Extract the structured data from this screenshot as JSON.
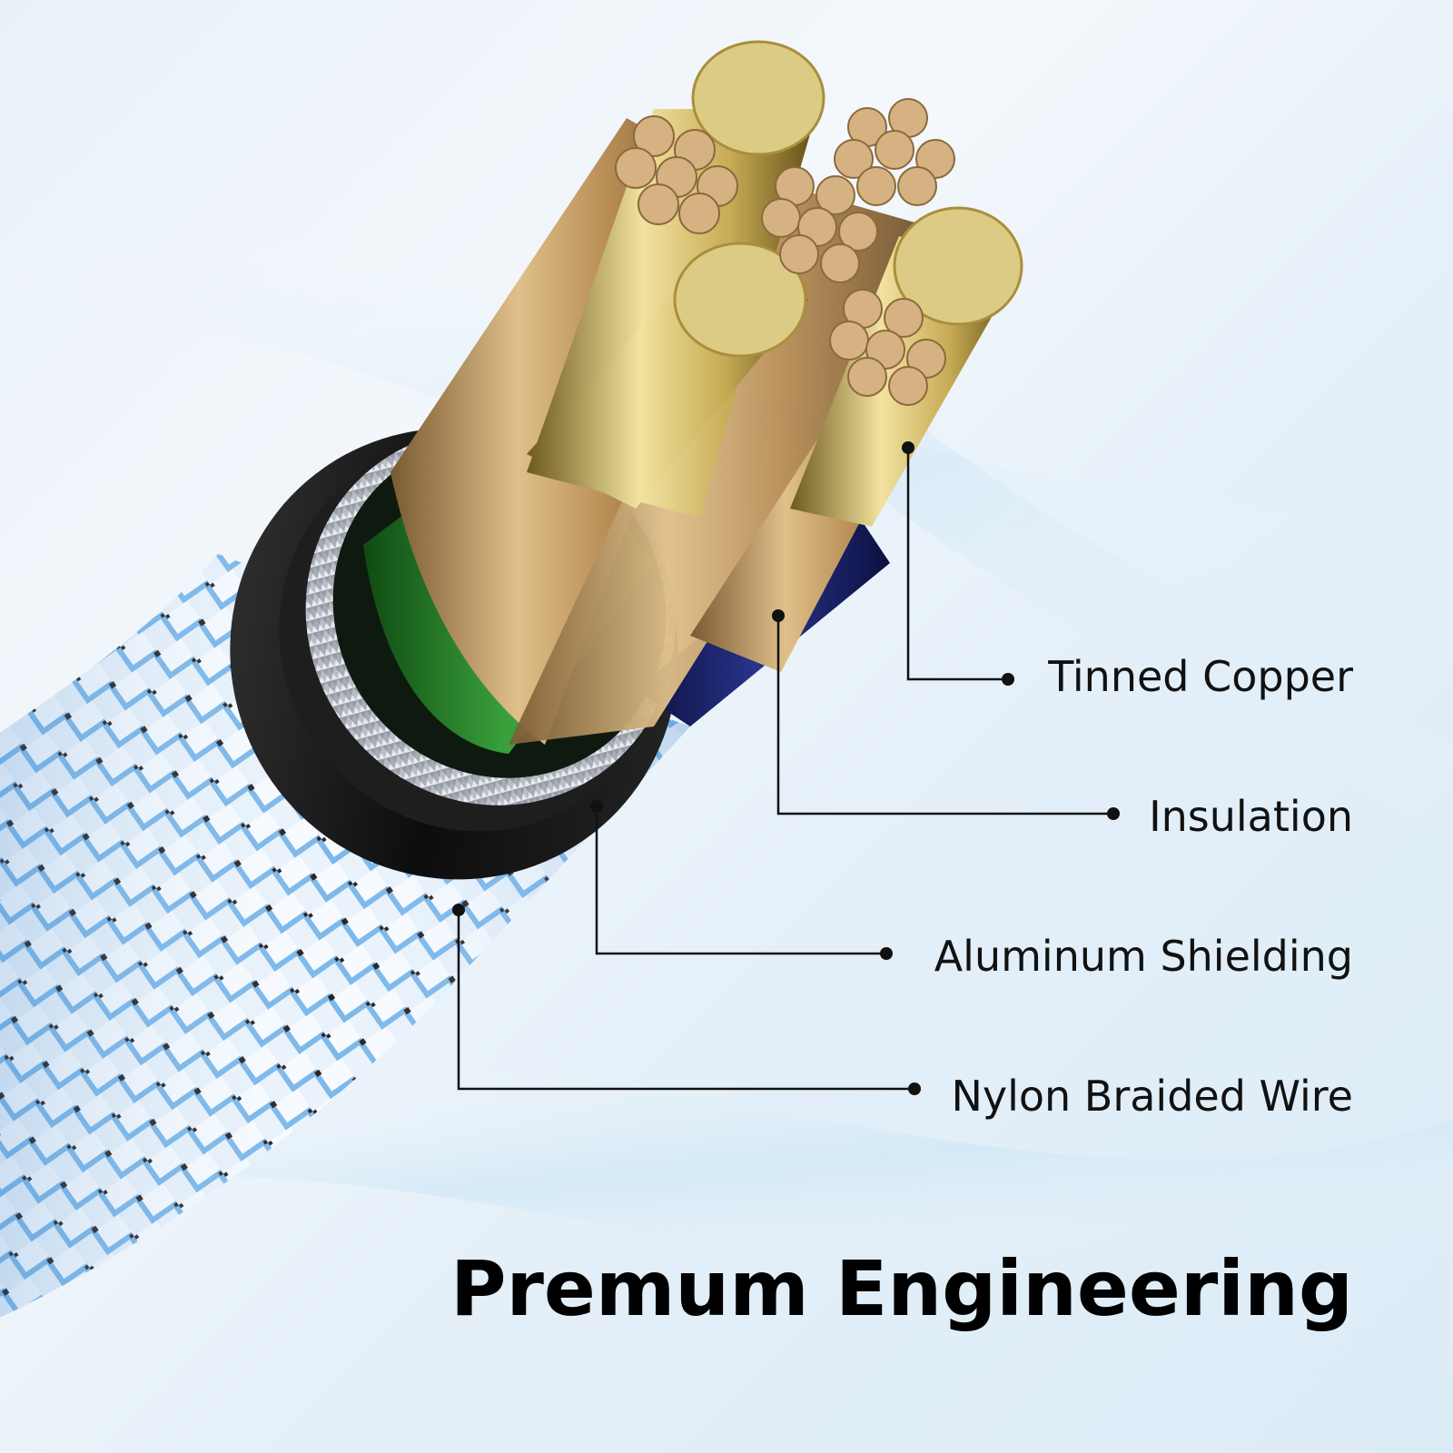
{
  "callouts": {
    "copper": "Tinned Copper",
    "insulation": "Insulation",
    "shielding": "Aluminum Shielding",
    "braid": "Nylon Braided Wire"
  },
  "title": "Premum Engineering",
  "colors": {
    "braid_white": "#f4f8fc",
    "braid_blue": "#6fb0e6",
    "braid_dark": "#2a2220",
    "ring_black": "#141414",
    "shield_silver": "#c8ccd2",
    "insulation_green": "#2e8a2f",
    "insulation_navy": "#1d2466",
    "copper": "#c9a36a",
    "gold": "#d8c57a"
  },
  "icons": [
    "callout-dot-icon"
  ]
}
